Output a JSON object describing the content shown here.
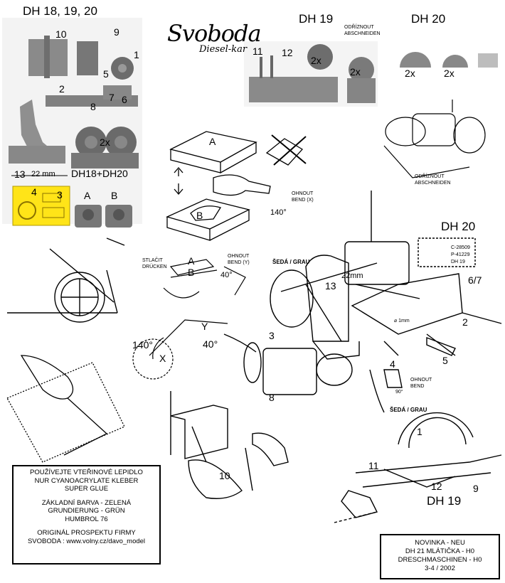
{
  "headers": {
    "left": "DH 18, 19, 20",
    "mid": "DH 19",
    "right": "DH 20",
    "dh20_small": "DH 20",
    "dh19_bottom": "DH 19"
  },
  "logo": {
    "brand": "Svoboda",
    "tagline": "Diesel-kar"
  },
  "photo_numbers": {
    "n10": "10",
    "n9": "9",
    "n1": "1",
    "n5": "5",
    "n2": "2",
    "n7": "7",
    "n6": "6",
    "n8": "8",
    "n13": "13",
    "scale_22": "22 mm",
    "x2_wheels": "2x",
    "dh18_dh20": "DH18+DH20",
    "n11": "11",
    "n12": "12",
    "x2_a": "2x",
    "x2_b": "2x",
    "x2_c": "2x",
    "x2_d": "2x"
  },
  "etch": {
    "n4": "4",
    "n3": "3",
    "a": "A",
    "b": "B"
  },
  "cut_note": {
    "cz": "ODŘÍZNOUT",
    "de": "ABSCHNEIDEN"
  },
  "cut_note2": {
    "cz": "ODŘÍZNOUT",
    "de": "ABSCHNEIDEN"
  },
  "step_ab": {
    "a": "A",
    "b": "B",
    "bend_cz": "OHNOUT",
    "bend_de": "BEND (X)",
    "angle": "140°"
  },
  "press": {
    "cz": "STLAČIT",
    "de": "DRÜCKEN",
    "a": "A",
    "b": "B",
    "bend_cz": "OHNOUT",
    "bend_de": "BEND (Y)",
    "angle": "40°"
  },
  "angles": {
    "y": "Y",
    "x": "X",
    "a140": "140°",
    "a40": "40°"
  },
  "main": {
    "grey_cz": "ŠEDÁ / GRAU",
    "n13": "13",
    "mm22": "22mm",
    "n3": "3",
    "n8": "8",
    "n2": "2",
    "n5": "5",
    "n67": "6/7",
    "dia": "⌀ 1mm",
    "codes": [
      "C-28509",
      "P-41229",
      "DH 19"
    ],
    "n4": "4",
    "bend_cz": "OHNOUT",
    "bend_de": "BEND",
    "a90": "90°"
  },
  "grey2": "ŠEDÁ / GRAU",
  "tractor": {
    "n1": "1",
    "n11": "11",
    "n12": "12",
    "n9": "9",
    "n10": "10"
  },
  "info_box": {
    "l1": "POUŽÍVEJTE VTEŘINOVÉ LEPIDLO",
    "l2": "NUR CYANOACRYLATE KLEBER",
    "l3": "SUPER GLUE",
    "l4": "ZÁKLADNÍ BARVA - ZELENÁ",
    "l5": "GRUNDIERUNG - GRÜN",
    "l6": "HUMBROL 76",
    "l7": "ORIGINÁL PROSPEKTU FIRMY",
    "l8": "SVOBODA : www.volny.cz/davo_model"
  },
  "news_box": {
    "l1": "NOVINKA - NEU",
    "l2": "DH 21  MLÁTIČKA - H0",
    "l3": "DRESCHMASCHINEN - H0",
    "l4": "3-4 / 2002"
  },
  "colors": {
    "photo_bg": "#f4f4f4",
    "part_grey": "#8d8d8d",
    "etch_yellow": "#ffe418"
  }
}
